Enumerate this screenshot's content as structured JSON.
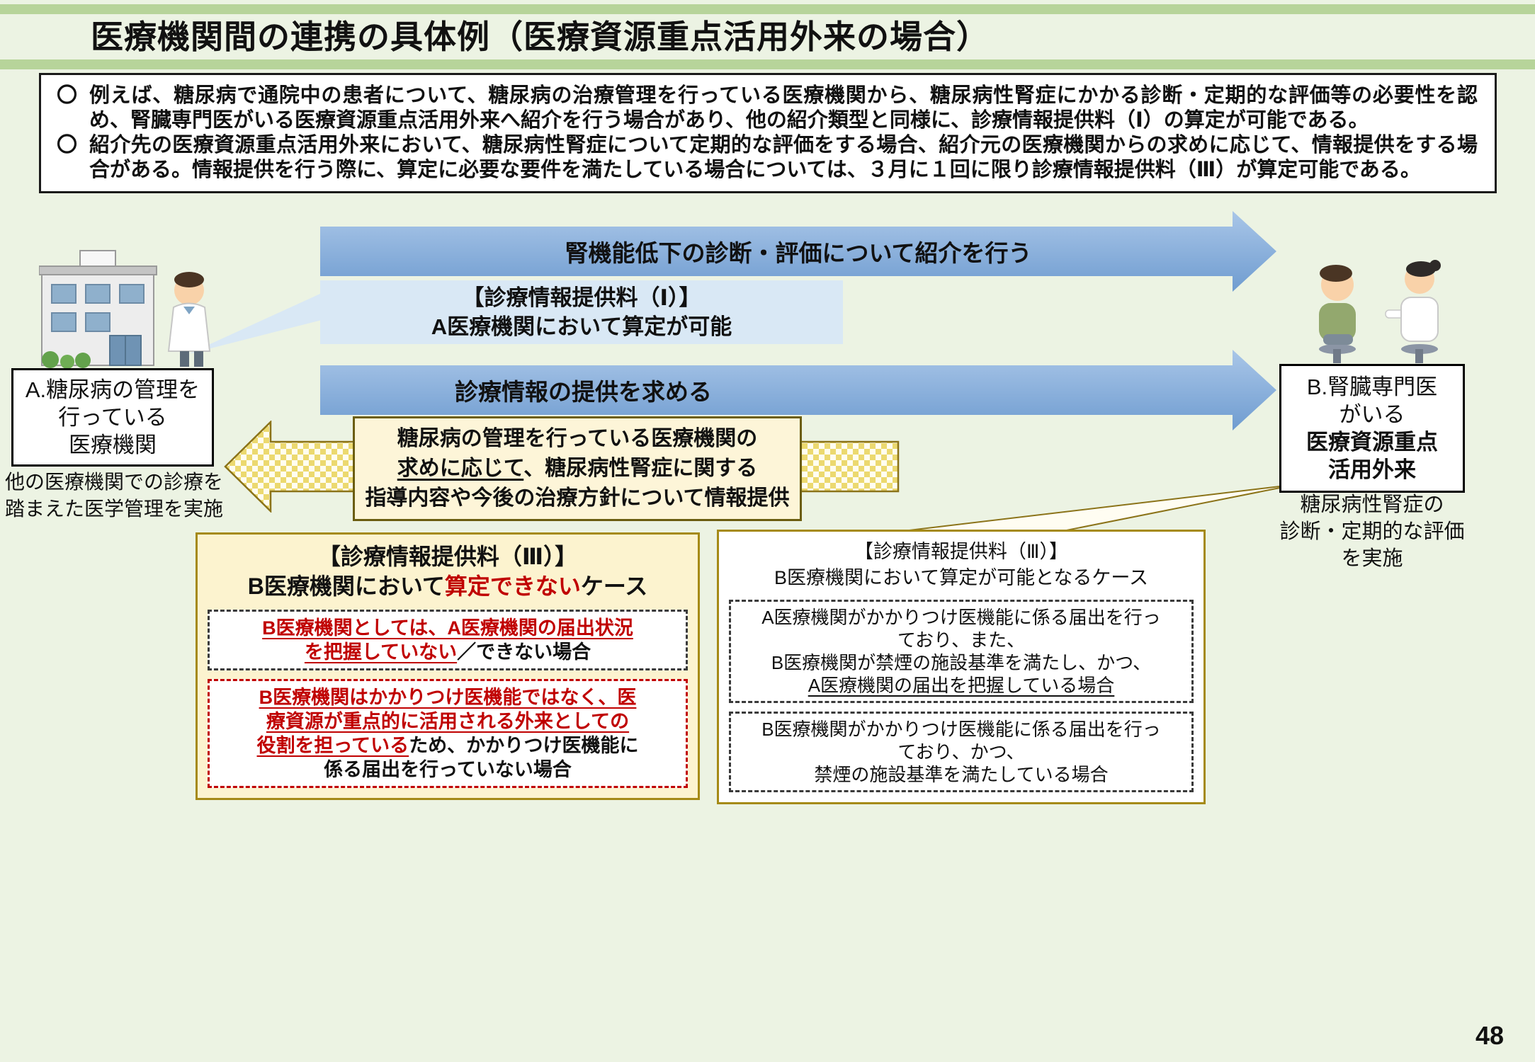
{
  "page": {
    "title": "医療機関間の連携の具体例（医療資源重点活用外来の場合）",
    "page_number": "48",
    "accent_green": "#b7d49a",
    "arrow_blue": "#7fa7d7",
    "highlight_red": "#c00000"
  },
  "intro": {
    "marker": "〇",
    "bullets": [
      "例えば、糖尿病で通院中の患者について、糖尿病の治療管理を行っている医療機関から、糖尿病性腎症にかかる診断・定期的な評価等の必要性を認め、腎臓専門医がいる医療資源重点活用外来へ紹介を行う場合があり、他の紹介類型と同様に、診療情報提供料（Ⅰ）の算定が可能である。",
      "紹介先の医療資源重点活用外来において、糖尿病性腎症について定期的な評価をする場合、紹介元の医療機関からの求めに応じて、情報提供をする場合がある。情報提供を行う際に、算定に必要な要件を満たしている場合については、３月に１回に限り診療情報提供料（Ⅲ）が算定可能である。"
    ]
  },
  "institution_a": {
    "label_lines": [
      [
        "A.糖尿病の管理を"
      ],
      [
        "行っている"
      ],
      [
        "医療機関"
      ]
    ],
    "caption_lines": [
      [
        "他の医療機関での診療を"
      ],
      [
        "踏まえた医学管理を実施"
      ]
    ]
  },
  "institution_b": {
    "label_lines": [
      [
        "B.腎臓専門医"
      ],
      [
        "がいる"
      ],
      [
        {
          "t": "医療資源重点",
          "c": "b"
        }
      ],
      [
        {
          "t": "活用外来",
          "c": "b"
        }
      ]
    ],
    "caption_lines": [
      [
        "糖尿病性腎症の"
      ],
      [
        "診断・定期的な評価"
      ],
      [
        "を実施"
      ]
    ]
  },
  "flow": {
    "referral_arrow_label": "腎機能低下の診断・評価について紹介を行う",
    "fee1_lines": [
      [
        "【診療情報提供料（Ⅰ）】"
      ],
      [
        "A医療機関において算定が可能"
      ]
    ],
    "request_arrow_label": "診療情報の提供を求める",
    "info_provision_lines": [
      [
        "糖尿病の管理を行っている医療機関の"
      ],
      [
        {
          "t": "求めに応じて",
          "c": "u"
        },
        {
          "t": "、糖尿病性腎症に関する"
        }
      ],
      [
        "指導内容や今後の治療方針について情報提供"
      ]
    ]
  },
  "case_not_billable": {
    "title_lines": [
      [
        "【診療情報提供料（Ⅲ）】"
      ],
      [
        {
          "t": "B医療機関において"
        },
        {
          "t": "算定できない",
          "c": "red"
        },
        {
          "t": "ケース"
        }
      ]
    ],
    "items": [
      {
        "lines": [
          [
            {
              "t": "B医療機関としては、A医療機関の届出状況",
              "c": "ru"
            }
          ],
          [
            {
              "t": "を把握していない",
              "c": "ru"
            },
            {
              "t": "／できない場合"
            }
          ]
        ]
      },
      {
        "lines": [
          [
            {
              "t": "B医療機関はかかりつけ医機能ではなく、医",
              "c": "ru"
            }
          ],
          [
            {
              "t": "療資源が重点的に活用される外来としての",
              "c": "ru"
            }
          ],
          [
            {
              "t": "役割を担っている",
              "c": "ru"
            },
            {
              "t": "ため、かかりつけ医機能に"
            }
          ],
          [
            {
              "t": "係る届出を行っていない場合"
            }
          ]
        ]
      }
    ]
  },
  "case_billable": {
    "title_lines": [
      [
        "【診療情報提供料（Ⅲ）】"
      ],
      [
        "B医療機関において算定が可能となるケース"
      ]
    ],
    "items": [
      {
        "lines": [
          [
            "A医療機関がかかりつけ医機能に係る届出を行っ"
          ],
          [
            "ており、また、"
          ],
          [
            "B医療機関が禁煙の施設基準を満たし、かつ、"
          ],
          [
            {
              "t": "A医療機関の届出を把握している場合",
              "c": "u"
            }
          ]
        ]
      },
      {
        "lines": [
          [
            "B医療機関がかかりつけ医機能に係る届出を行っ"
          ],
          [
            "ており、かつ、"
          ],
          [
            "禁煙の施設基準を満たしている場合"
          ]
        ]
      }
    ]
  }
}
